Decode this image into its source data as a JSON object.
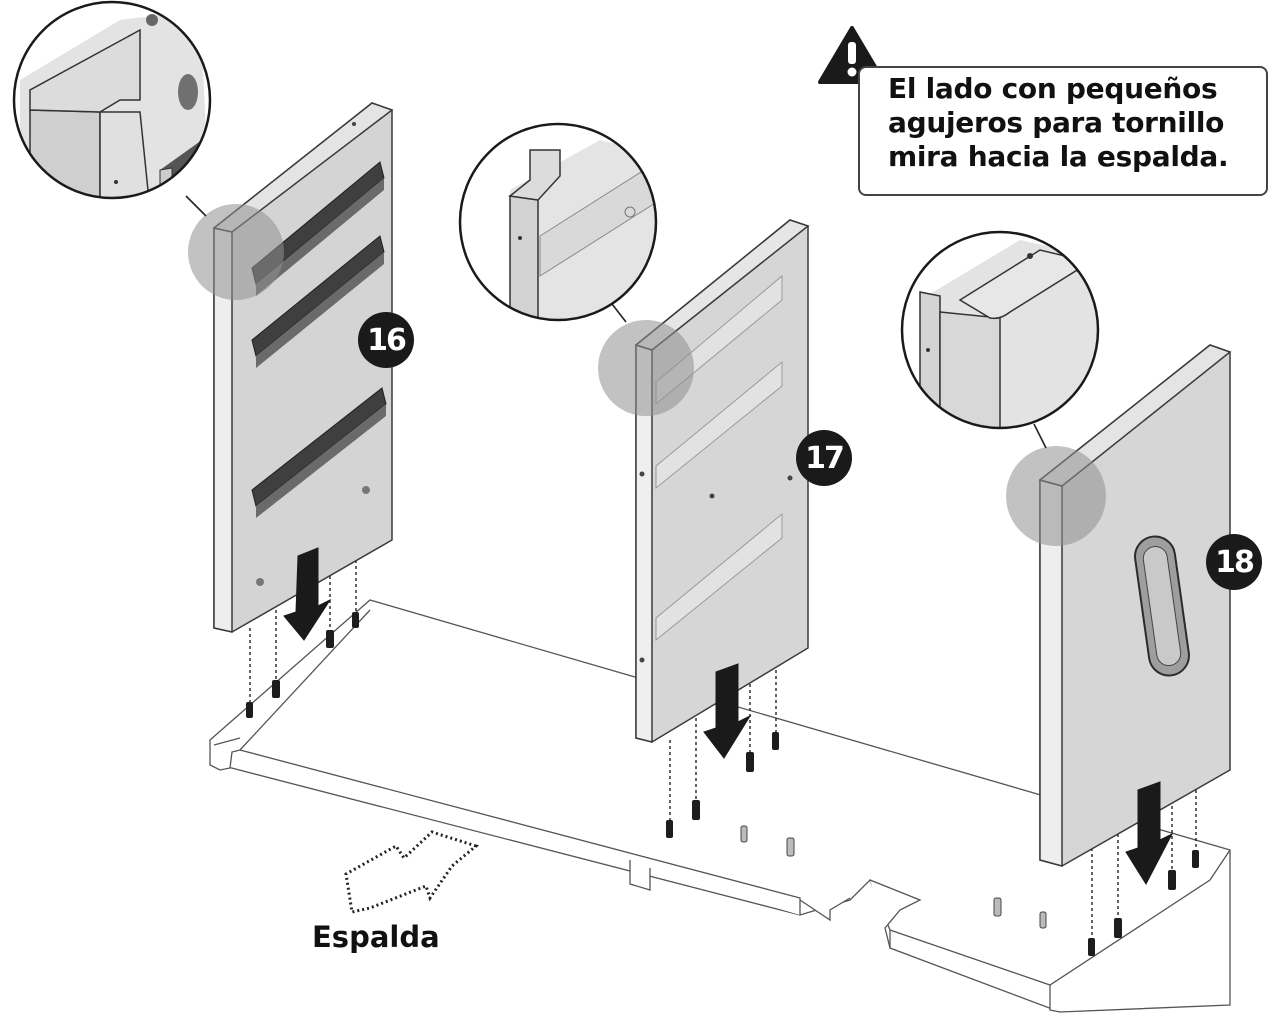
{
  "warning": {
    "icon": "warning-triangle-icon",
    "text": "El lado con pequeños\nagujeros para tornillo\nmira hacia la espalda."
  },
  "direction": {
    "label": "Espalda",
    "icon": "dotted-arrow-icon"
  },
  "panels": [
    {
      "number": "16",
      "detail_icon": "magnified-edge-detail-icon"
    },
    {
      "number": "17",
      "detail_icon": "magnified-edge-detail-icon"
    },
    {
      "number": "18",
      "detail_icon": "magnified-edge-detail-icon"
    }
  ],
  "colors": {
    "panel_fill": "#d4d4d4",
    "panel_edge": "#3a3a3a",
    "badge": "#1a1a1a",
    "highlight": "#9a9a9a"
  }
}
